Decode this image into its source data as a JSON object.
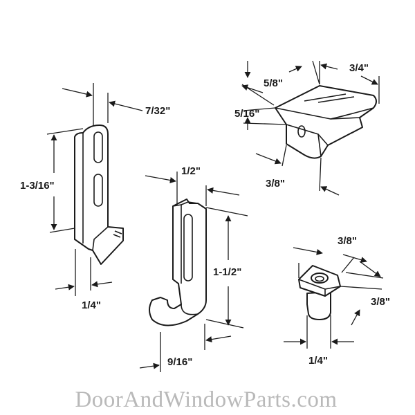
{
  "dimensions": {
    "clip_width": "7/32\"",
    "clip_height": "1-3/16\"",
    "clip_base": "1/4\"",
    "hook_width": "1/2\"",
    "hook_height": "1-1/2\"",
    "hook_depth": "9/16\"",
    "slide_length": "3/4\"",
    "slide_width": "5/8\"",
    "slide_height": "5/16\"",
    "slide_base": "3/8\"",
    "stud_width": "3/8\"",
    "stud_depth": "3/8\"",
    "stud_diameter": "1/4\""
  },
  "watermark": "DoorAndWindowParts.com",
  "colors": {
    "ink": "#1a1a1a",
    "watermark": "#b9b9b9",
    "background": "#ffffff"
  }
}
